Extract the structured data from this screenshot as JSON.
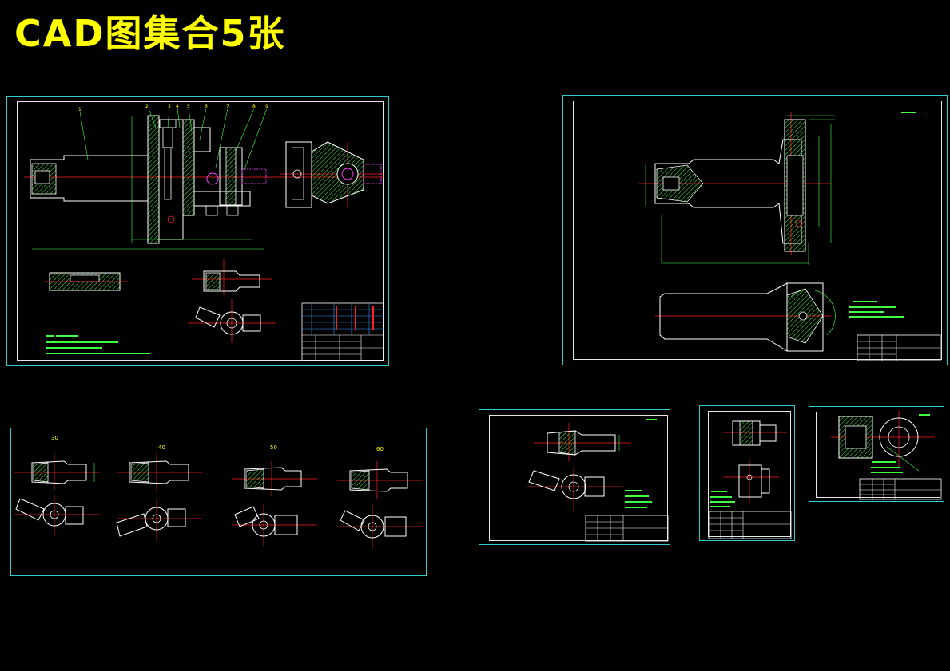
{
  "page": {
    "title": "CAD图集合5张"
  },
  "colors": {
    "title": "#ffff00",
    "sheet_border": "#33cccc",
    "outline": "#ffffff",
    "center_line": "#ff2020",
    "dimension": "#40ff40",
    "hidden": "#ff40ff",
    "hatch": "#40ff40"
  },
  "variant_labels": [
    "30",
    "40",
    "50",
    "60"
  ]
}
